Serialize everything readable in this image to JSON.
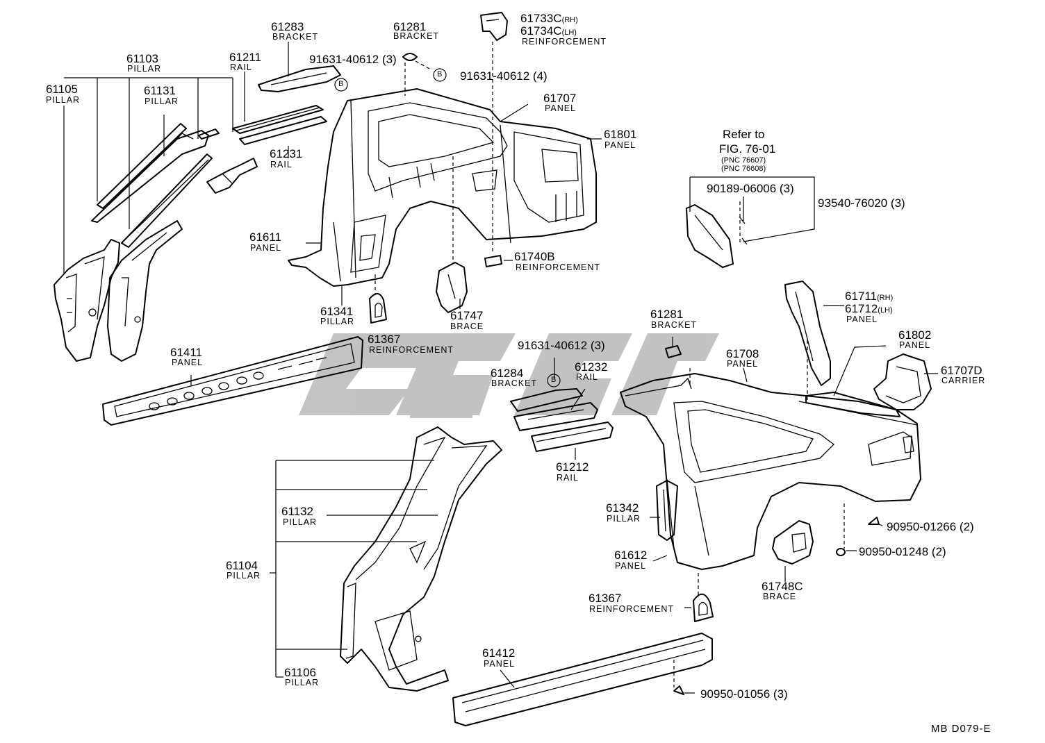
{
  "watermark": {
    "color": "#b8b8b8"
  },
  "callouts": {
    "p61283": {
      "num": "61283",
      "name": "BRACKET"
    },
    "p61281a": {
      "num": "61281",
      "name": "BRACKET"
    },
    "p61733": {
      "num": "61733C",
      "sub": "(RH)"
    },
    "p61734": {
      "num": "61734C",
      "sub": "(LH)",
      "name": "REINFORCEMENT"
    },
    "p61103": {
      "num": "61103",
      "name": "PILLAR"
    },
    "p61211": {
      "num": "61211",
      "name": "RAIL"
    },
    "b1": {
      "num": "91631-40612 (3)"
    },
    "b2": {
      "num": "91631-40612 (4)"
    },
    "p61105": {
      "num": "61105",
      "name": "PILLAR"
    },
    "p61131": {
      "num": "61131",
      "name": "PILLAR"
    },
    "p61707": {
      "num": "61707",
      "name": "PANEL"
    },
    "p61801": {
      "num": "61801",
      "name": "PANEL"
    },
    "p61231": {
      "num": "61231",
      "name": "RAIL"
    },
    "refer": {
      "line1": "Refer to",
      "line2": "FIG. 76-01",
      "pnc1": "(PNC 76607)",
      "pnc2": "(PNC 76608)"
    },
    "b90189": {
      "num": "90189-06006 (3)"
    },
    "b93540": {
      "num": "93540-76020 (3)"
    },
    "p61611": {
      "num": "61611",
      "name": "PANEL"
    },
    "p61740": {
      "num": "61740B",
      "name": "REINFORCEMENT"
    },
    "p61341": {
      "num": "61341",
      "name": "PILLAR"
    },
    "p61747": {
      "num": "61747",
      "name": "BRACE"
    },
    "p61367a": {
      "num": "61367",
      "name": "REINFORCEMENT"
    },
    "p61711": {
      "num": "61711",
      "sub": "(RH)"
    },
    "p61712": {
      "num": "61712",
      "sub": "(LH)",
      "name": "PANEL"
    },
    "p61281b": {
      "num": "61281",
      "name": "BRACKET"
    },
    "p61411": {
      "num": "61411",
      "name": "PANEL"
    },
    "b3": {
      "num": "91631-40612 (3)"
    },
    "p61802": {
      "num": "61802",
      "name": "PANEL"
    },
    "p61708": {
      "num": "61708",
      "name": "PANEL"
    },
    "p61707d": {
      "num": "61707D",
      "name": "CARRIER"
    },
    "p61284": {
      "num": "61284",
      "name": "BRACKET"
    },
    "p61232": {
      "num": "61232",
      "name": "RAIL"
    },
    "p61212": {
      "num": "61212",
      "name": "RAIL"
    },
    "p61132": {
      "num": "61132",
      "name": "PILLAR"
    },
    "p61342": {
      "num": "61342",
      "name": "PILLAR"
    },
    "b90950a": {
      "num": "90950-01266 (2)"
    },
    "b90950b": {
      "num": "90950-01248 (2)"
    },
    "p61104": {
      "num": "61104",
      "name": "PILLAR"
    },
    "p61612": {
      "num": "61612",
      "name": "PANEL"
    },
    "p61748": {
      "num": "61748C",
      "name": "BRACE"
    },
    "p61367b": {
      "num": "61367",
      "name": "REINFORCEMENT"
    },
    "p61412": {
      "num": "61412",
      "name": "PANEL"
    },
    "p61106": {
      "num": "61106",
      "name": "PILLAR"
    },
    "b90950c": {
      "num": "90950-01056 (3)"
    },
    "circleB": "B",
    "footer": "MB  D079-E"
  }
}
